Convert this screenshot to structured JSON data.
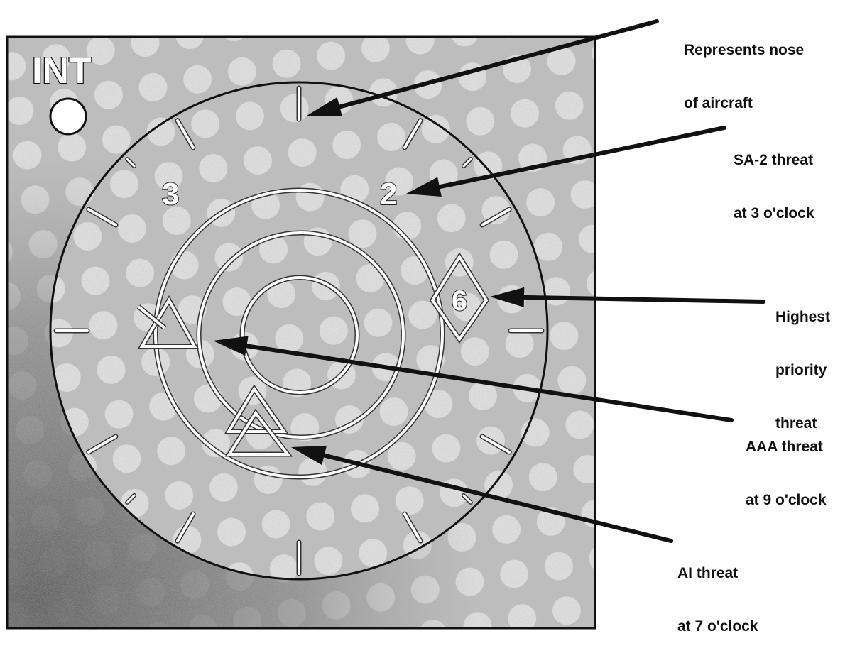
{
  "display": {
    "mode_label": "INT",
    "clock_numbers": [
      "3",
      "2"
    ],
    "priority_symbol_number": "6"
  },
  "callouts": [
    {
      "id": "nose",
      "lines": [
        "Represents nose",
        "of aircraft"
      ]
    },
    {
      "id": "sa2",
      "lines": [
        "SA-2 threat",
        "at 3 o'clock"
      ]
    },
    {
      "id": "priority",
      "lines": [
        "Highest",
        "priority",
        "threat"
      ]
    },
    {
      "id": "aaa",
      "lines": [
        "AAA threat",
        "at 9 o'clock"
      ]
    },
    {
      "id": "ai",
      "lines": [
        "AI threat",
        "at 7 o'clock"
      ]
    }
  ],
  "colors": {
    "frame": "#111111",
    "symbol": "#ffffff",
    "background_light": "#c8c8c8",
    "background_dark": "#6a6a6a"
  }
}
